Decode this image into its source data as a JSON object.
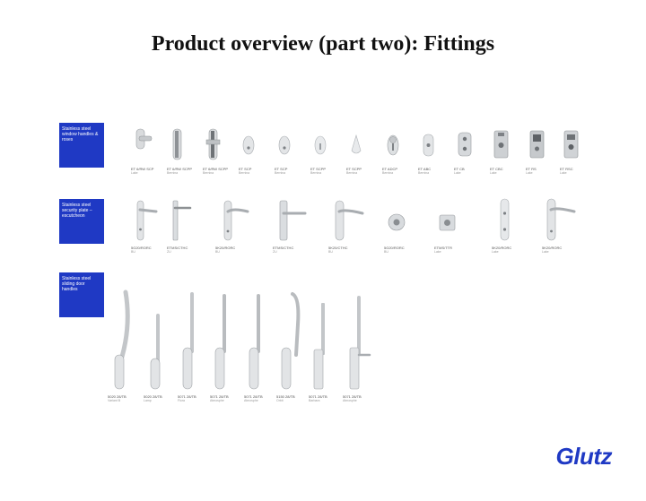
{
  "title": "Product overview (part two): Fittings",
  "logo": "Glutz",
  "sections": [
    {
      "label": "Stainless steel window handles & roses"
    },
    {
      "label": "Stainless steel security plate – escutcheon"
    },
    {
      "label": "Stainless steel sliding door handles"
    }
  ],
  "window_items": [
    {
      "code": "ET 6/RW SCP",
      "sub": "Lake"
    },
    {
      "code": "ET 6/RW SCPP",
      "sub": "Bernina"
    },
    {
      "code": "ET 6/RW SCPP",
      "sub": "Bernina"
    },
    {
      "code": "ET SCP",
      "sub": "Bernina"
    },
    {
      "code": "ET SCP",
      "sub": "Bernina"
    },
    {
      "code": "ET SCPP",
      "sub": "Bernina"
    },
    {
      "code": "ET SCPP",
      "sub": "Bernina"
    },
    {
      "code": "ET ADCP",
      "sub": "Bernina"
    },
    {
      "code": "ET ABC",
      "sub": "Bernina"
    },
    {
      "code": "ET CB",
      "sub": "Lake"
    },
    {
      "code": "ET CBC",
      "sub": "Lake"
    },
    {
      "code": "ET RS",
      "sub": "Lake"
    },
    {
      "code": "ET RSC",
      "sub": "Lake"
    }
  ],
  "security_items": [
    {
      "code": "5G20/RORC",
      "sub": "BU"
    },
    {
      "code": "ETMS/CTHC",
      "sub": "ZU"
    },
    {
      "code": "5K20/RORC",
      "sub": "BU"
    },
    {
      "code": "ETMS/CTHC",
      "sub": "ZU"
    },
    {
      "code": "5K20/CTHC",
      "sub": "BU"
    },
    {
      "code": "5G20/RORC",
      "sub": "BU"
    },
    {
      "code": "ETMS/TTR",
      "sub": "Lake"
    },
    {
      "code": "5K20/RORC",
      "sub": "Lake"
    },
    {
      "code": "5K20/RORC",
      "sub": "Lake"
    }
  ],
  "sliding_items": [
    {
      "code": "5020 28/TB",
      "sub": "Variant B"
    },
    {
      "code": "5020 28/TB",
      "sub": "Lamp"
    },
    {
      "code": "5071 28/TB",
      "sub": "Flora"
    },
    {
      "code": "5071 28/TB",
      "sub": "Atmosphe"
    },
    {
      "code": "5071 28/TB",
      "sub": "Atmosphe"
    },
    {
      "code": "5150 28/TB",
      "sub": "Orbit"
    },
    {
      "code": "5071 28/TB",
      "sub": "Barbara"
    },
    {
      "code": "5071 28/TB",
      "sub": "Atmosphe"
    }
  ]
}
